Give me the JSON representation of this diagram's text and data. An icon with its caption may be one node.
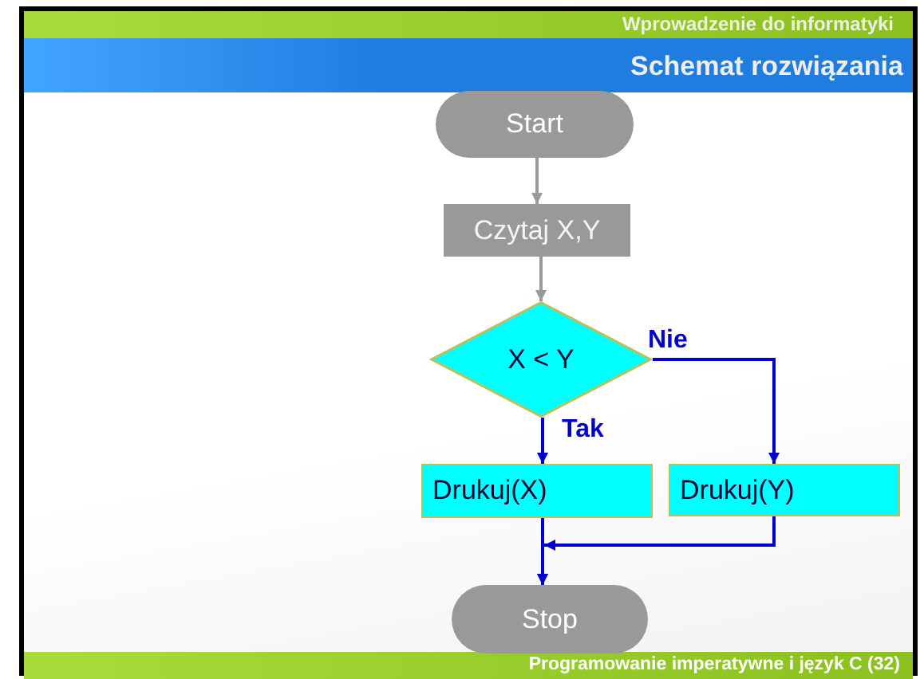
{
  "diagram": {
    "title": "Schemat rozwiązania",
    "nodes": [
      {
        "text": [
          "Start"
        ]
      },
      {
        "text": [
          "Czytaj X,Y"
        ]
      },
      {
        "text": [
          "X < Y"
        ]
      },
      {
        "text": [
          "Drukuj(X)"
        ]
      },
      {
        "text": [
          "Drukuj(Y)"
        ]
      },
      {
        "text": [
          "Stop"
        ]
      }
    ],
    "edges": [
      {
        "from": 0,
        "to": 1,
        "arrow": "to",
        "color": "#999999"
      },
      {
        "from": 1,
        "to": 2,
        "arrow": "to",
        "color": "#999999"
      },
      {
        "from": 2,
        "to": 3,
        "arrow": "to",
        "label": "Tak"
      },
      {
        "from": 2,
        "to": 4,
        "arrow": "to",
        "label": "Nie"
      },
      {
        "from": 3,
        "to": 5,
        "arrow": "to"
      },
      {
        "from": 4,
        "to": 5,
        "arrow": "to"
      }
    ],
    "labels": [
      "Wprowadzenie do informatyki",
      "Programowanie imperatywne i język C (32)"
    ]
  }
}
